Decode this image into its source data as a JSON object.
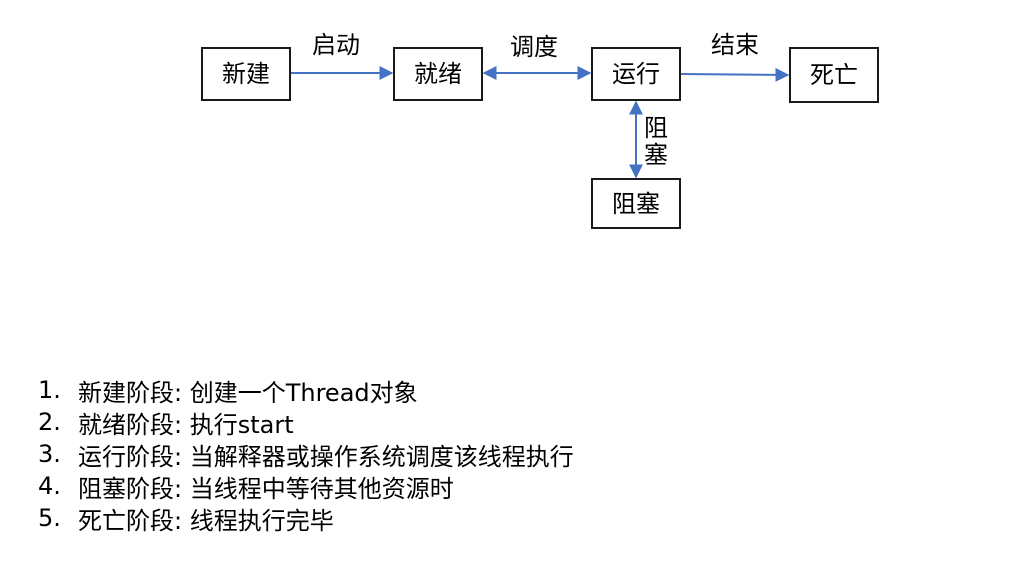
{
  "diagram": {
    "nodes": {
      "new": "新建",
      "ready": "就绪",
      "running": "运行",
      "dead": "死亡",
      "blocked": "阻塞"
    },
    "edges": {
      "start": "启动",
      "schedule": "调度",
      "end": "结束",
      "block": "阻塞"
    },
    "arrow_color": "#4472C4"
  },
  "stages": [
    {
      "num": "1.",
      "text": "新建阶段: 创建一个Thread对象"
    },
    {
      "num": "2.",
      "text": "就绪阶段: 执行start"
    },
    {
      "num": "3.",
      "text": "运行阶段: 当解释器或操作系统调度该线程执行"
    },
    {
      "num": "4.",
      "text": "阻塞阶段: 当线程中等待其他资源时"
    },
    {
      "num": "5.",
      "text": "死亡阶段: 线程执行完毕"
    }
  ]
}
